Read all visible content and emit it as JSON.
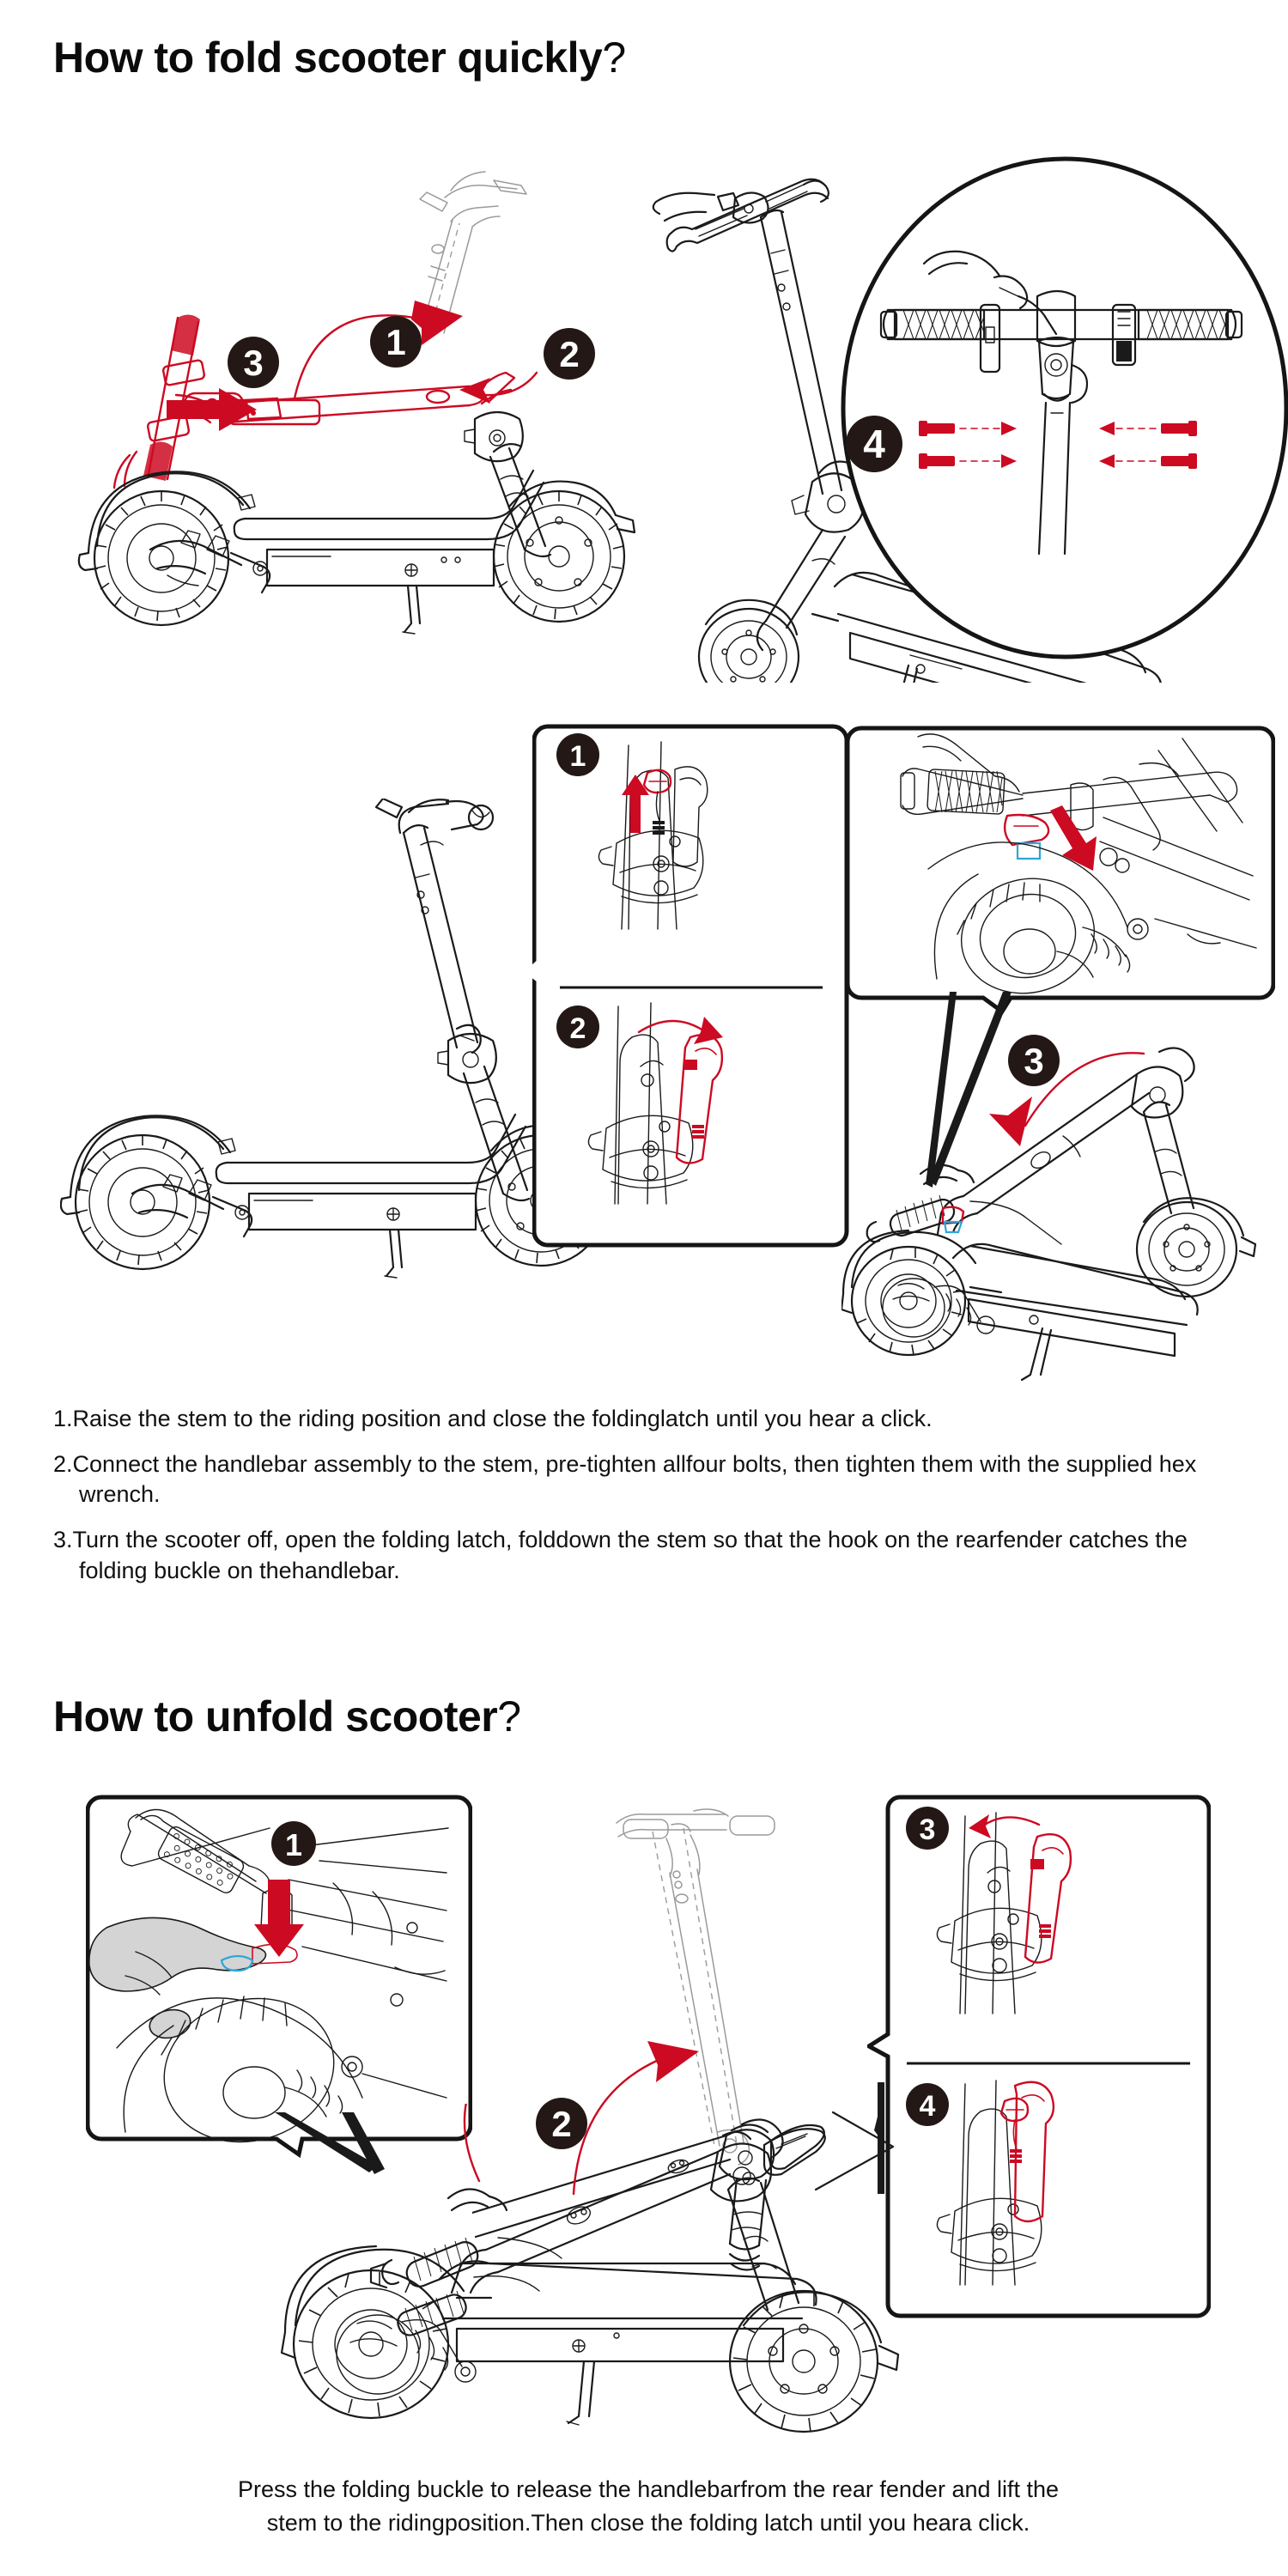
{
  "document": {
    "type": "scooter-folding-instruction-sheet",
    "background_color": "#ffffff"
  },
  "colors": {
    "accent_red": "#cc0a22",
    "badge_dark": "#231815",
    "line_black": "#1a1a1a",
    "ghost_gray": "#9a9a9a",
    "hand_gray": "#d4d4d4",
    "highlight_blue": "#2aa7d8"
  },
  "sections": [
    {
      "id": "fold",
      "heading_main": "How to fold scooter quickly",
      "heading_mark": "?"
    },
    {
      "id": "unfold",
      "heading_main": "How to unfold scooter",
      "heading_mark": "?"
    }
  ],
  "fold_section": {
    "heading_main": "How to fold scooter quickly",
    "heading_mark": "?",
    "figure_top_left": {
      "name": "scooter-side-view-stem-folding",
      "step_badges": [
        "1",
        "2",
        "3"
      ],
      "badge_1_label": "1",
      "badge_2_label": "2",
      "badge_3_label": "3"
    },
    "figure_top_right": {
      "name": "scooter-3quarter-view-with-detail-circle",
      "badge_4_label": "4",
      "callout_type": "circle-zoom",
      "bolt_count": 4
    },
    "figure_mid_left": {
      "name": "scooter-side-view-unfolded"
    },
    "panel_mid_a": {
      "badge_top_label": "1",
      "badge_bottom_label": "2"
    },
    "panel_mid_b": {
      "name": "handlebar-hook-detail"
    },
    "figure_mid_right": {
      "name": "scooter-folded-3quarter",
      "badge_label": "3"
    }
  },
  "instructions": {
    "items": [
      "1.Raise the stem to the riding position and close the foldinglatch until you hear a click.",
      "2.Connect the handlebar assembly to the stem, pre-tighten allfour bolts, then tighten them with the supplied hex wrench.",
      "3.Turn the scooter off, open the folding latch, folddown the stem so that the hook on the rearfender catches the folding buckle on thehandlebar."
    ]
  },
  "unfold_section": {
    "heading_main": "How to unfold scooter",
    "heading_mark": "?",
    "panel_left": {
      "badge_label": "1",
      "name": "press-folding-buckle-with-thumb"
    },
    "figure_center": {
      "badge_label": "2",
      "name": "stem-lifting-to-riding-position"
    },
    "panel_right": {
      "badge_top_label": "3",
      "badge_bottom_label": "4",
      "name": "folding-latch-close-detail"
    },
    "figure_bottom": {
      "name": "scooter-folded-3quarter-bottom"
    }
  },
  "footnote": {
    "line1": "Press the folding buckle to release the handlebarfrom the rear fender and lift the",
    "line2": "stem to the ridingposition.Then close the folding latch until you heara click."
  }
}
